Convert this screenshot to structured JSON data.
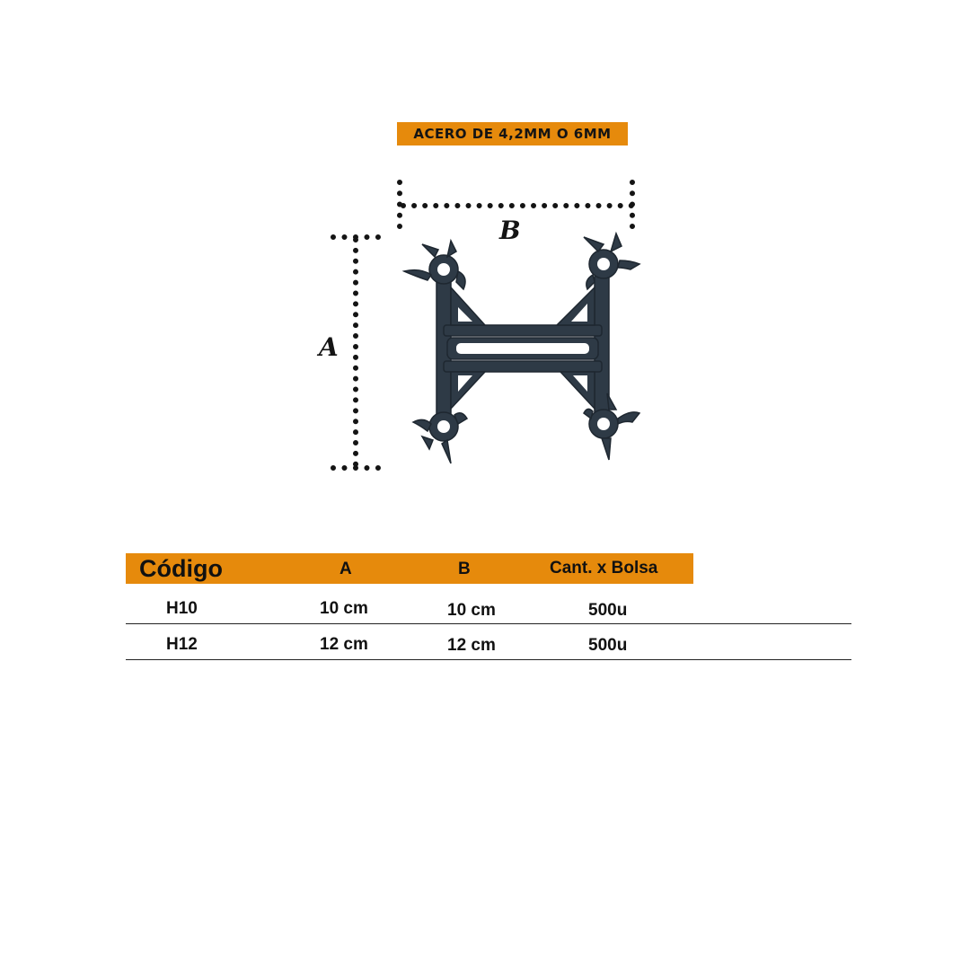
{
  "banner": {
    "text": "ACERO DE 4,2MM O 6MM",
    "color": "#e68a0c"
  },
  "dimensions": {
    "a_label": "A",
    "b_label": "B"
  },
  "product_image": {
    "icon": "h-spacer-icon",
    "color": "#2e3a46"
  },
  "table": {
    "header_color": "#e68a0c",
    "headers": {
      "code": "Código",
      "a": "A",
      "b": "B",
      "qty": "Cant. x Bolsa"
    },
    "rows": [
      {
        "code": "H10",
        "a": "10 cm",
        "b": "10 cm",
        "qty": "500u"
      },
      {
        "code": "H12",
        "a": "12 cm",
        "b": "12 cm",
        "qty": "500u"
      }
    ]
  }
}
